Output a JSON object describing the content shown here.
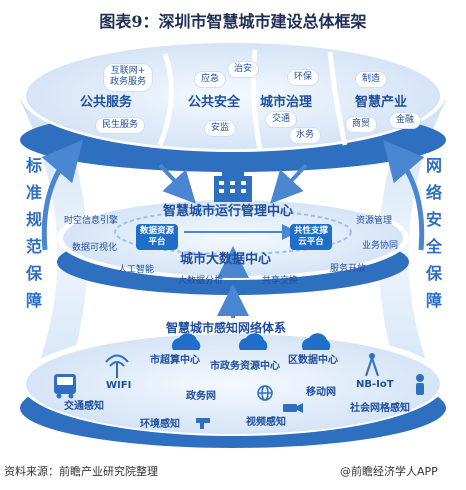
{
  "title": "图表9：深圳市智慧城市建设总体框架",
  "colors": {
    "primary": "#2f6fc0",
    "dark": "#1f4e9c",
    "light": "#dbe9f8",
    "band": "#3f7fd1"
  },
  "left_side_text": [
    "标",
    "准",
    "规",
    "范",
    "保",
    "障"
  ],
  "right_side_text": [
    "网",
    "络",
    "安",
    "全",
    "保",
    "障"
  ],
  "top_layer": {
    "areas": [
      {
        "name": "公共服务",
        "items": [
          "互联网+\n政务服务",
          "民生服务"
        ]
      },
      {
        "name": "公共安全",
        "items": [
          "应急",
          "治安",
          "安监"
        ]
      },
      {
        "name": "城市治理",
        "items": [
          "环保",
          "交通",
          "水务"
        ]
      },
      {
        "name": "智慧产业",
        "items": [
          "制造",
          "商贸",
          "金融"
        ]
      }
    ]
  },
  "middle_layer": {
    "center_title": "智慧城市运行管理中心",
    "data_title": "城市大数据中心",
    "box_left": "数据资源\n平台",
    "box_right": "共性支撑\n云平台",
    "left_items": [
      "时空信息引擎",
      "数据可视化",
      "人工智能",
      "大数据分析"
    ],
    "right_items": [
      "资源管理",
      "业务协同",
      "服务开放",
      "共享交换"
    ]
  },
  "bottom_layer": {
    "title": "智慧城市感知网络体系",
    "centers": [
      "市超算中心",
      "市政务资源中心",
      "区数据中心"
    ],
    "networks": [
      "WIFI",
      "政务网",
      "移动网",
      "NB-IoT"
    ],
    "sensing": [
      "交通感知",
      "环境感知",
      "视频感知",
      "社会网格感知"
    ]
  },
  "icons": [
    "building-icon",
    "cloud-icon",
    "bus-icon",
    "wifi-tower-icon",
    "faucet-icon",
    "camera-icon",
    "person-icon",
    "antenna-icon",
    "globe-icon"
  ],
  "source": "资料来源：前瞻产业研究院整理",
  "brand": "@前瞻经济学人APP"
}
